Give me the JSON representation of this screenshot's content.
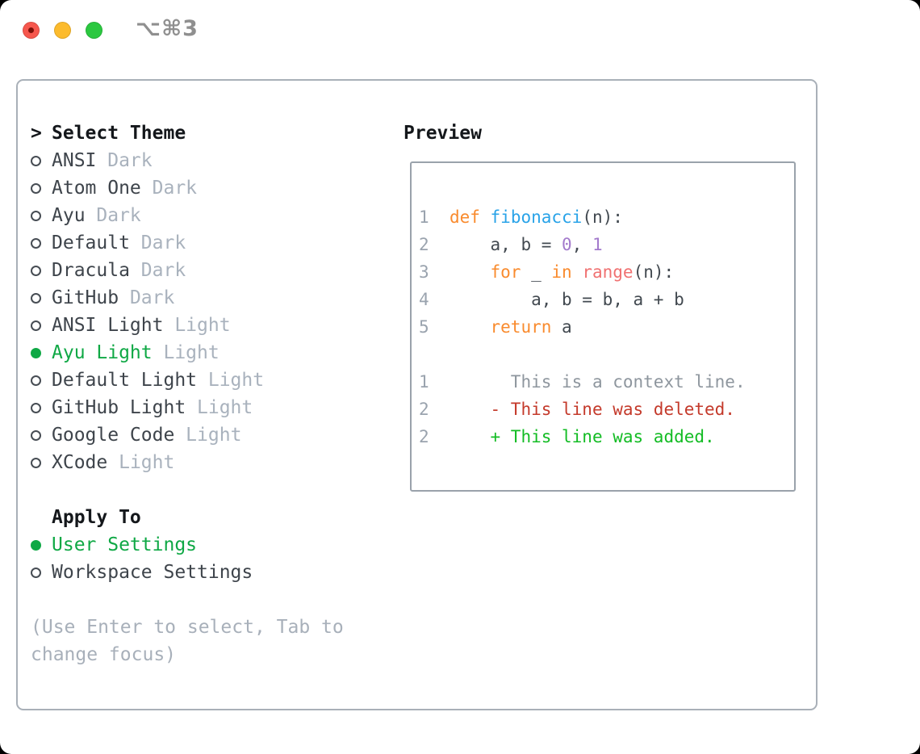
{
  "titlebar": {
    "shortcut": "⌥⌘3",
    "buttons": [
      "close",
      "minimize",
      "zoom"
    ]
  },
  "colors": {
    "selection_green": "#0fa845",
    "added_green": "#13bc24",
    "deleted_red": "#c43a2b",
    "keyword_orange": "#f98b2e",
    "function_blue": "#29a3e8",
    "number_purple": "#a37acc",
    "special_coral": "#f07171",
    "muted_gray": "#a9b2bd",
    "text_dark": "#3e444b",
    "border_gray": "#a9b0b8",
    "traffic_red": "#f6574d",
    "traffic_yellow": "#fcbb2d",
    "traffic_green": "#2bc840"
  },
  "left_panel": {
    "header": {
      "prompt": ">",
      "label": "Select Theme"
    },
    "themes": [
      {
        "name": "ANSI",
        "variant": "Dark",
        "selected": false
      },
      {
        "name": "Atom One",
        "variant": "Dark",
        "selected": false
      },
      {
        "name": "Ayu",
        "variant": "Dark",
        "selected": false
      },
      {
        "name": "Default",
        "variant": "Dark",
        "selected": false
      },
      {
        "name": "Dracula",
        "variant": "Dark",
        "selected": false
      },
      {
        "name": "GitHub",
        "variant": "Dark",
        "selected": false
      },
      {
        "name": "ANSI Light",
        "variant": "Light",
        "selected": false
      },
      {
        "name": "Ayu Light",
        "variant": "Light",
        "selected": true
      },
      {
        "name": "Default Light",
        "variant": "Light",
        "selected": false
      },
      {
        "name": "GitHub Light",
        "variant": "Light",
        "selected": false
      },
      {
        "name": "Google Code",
        "variant": "Light",
        "selected": false
      },
      {
        "name": "XCode",
        "variant": "Light",
        "selected": false
      }
    ],
    "apply_to": {
      "header": "Apply To",
      "options": [
        {
          "name": "User Settings",
          "selected": true
        },
        {
          "name": "Workspace Settings",
          "selected": false
        }
      ]
    },
    "hint_lines": [
      "(Use Enter to select, Tab to",
      "change focus)"
    ]
  },
  "preview": {
    "label": "Preview",
    "code_lines": [
      {
        "tokens": []
      },
      {
        "tokens": [
          {
            "t": "1  ",
            "c": "ln"
          },
          {
            "t": "def",
            "c": "kw"
          },
          {
            "t": " ",
            "c": "fg"
          },
          {
            "t": "fibonacci",
            "c": "fn"
          },
          {
            "t": "(n):",
            "c": "fg"
          }
        ]
      },
      {
        "tokens": [
          {
            "t": "2  ",
            "c": "ln"
          },
          {
            "t": "    a, b = ",
            "c": "fg"
          },
          {
            "t": "0",
            "c": "num"
          },
          {
            "t": ", ",
            "c": "fg"
          },
          {
            "t": "1",
            "c": "num"
          }
        ]
      },
      {
        "tokens": [
          {
            "t": "3  ",
            "c": "ln"
          },
          {
            "t": "    ",
            "c": "fg"
          },
          {
            "t": "for",
            "c": "kw"
          },
          {
            "t": " _ ",
            "c": "fg"
          },
          {
            "t": "in",
            "c": "kw"
          },
          {
            "t": " ",
            "c": "fg"
          },
          {
            "t": "range",
            "c": "sp"
          },
          {
            "t": "(n):",
            "c": "fg"
          }
        ]
      },
      {
        "tokens": [
          {
            "t": "4  ",
            "c": "ln"
          },
          {
            "t": "        a, b = b, a + b",
            "c": "fg"
          }
        ]
      },
      {
        "tokens": [
          {
            "t": "5  ",
            "c": "ln"
          },
          {
            "t": "    ",
            "c": "fg"
          },
          {
            "t": "return",
            "c": "kw"
          },
          {
            "t": " a",
            "c": "fg"
          }
        ]
      },
      {
        "tokens": []
      },
      {
        "tokens": [
          {
            "t": "1  ",
            "c": "ln"
          },
          {
            "t": "      This is a context line.",
            "c": "ctx"
          }
        ]
      },
      {
        "tokens": [
          {
            "t": "2  ",
            "c": "ln"
          },
          {
            "t": "    ",
            "c": "fg"
          },
          {
            "t": "- This line was deleted.",
            "c": "del"
          }
        ]
      },
      {
        "tokens": [
          {
            "t": "2  ",
            "c": "ln"
          },
          {
            "t": "    ",
            "c": "fg"
          },
          {
            "t": "+ This line was added.",
            "c": "add"
          }
        ]
      }
    ]
  }
}
